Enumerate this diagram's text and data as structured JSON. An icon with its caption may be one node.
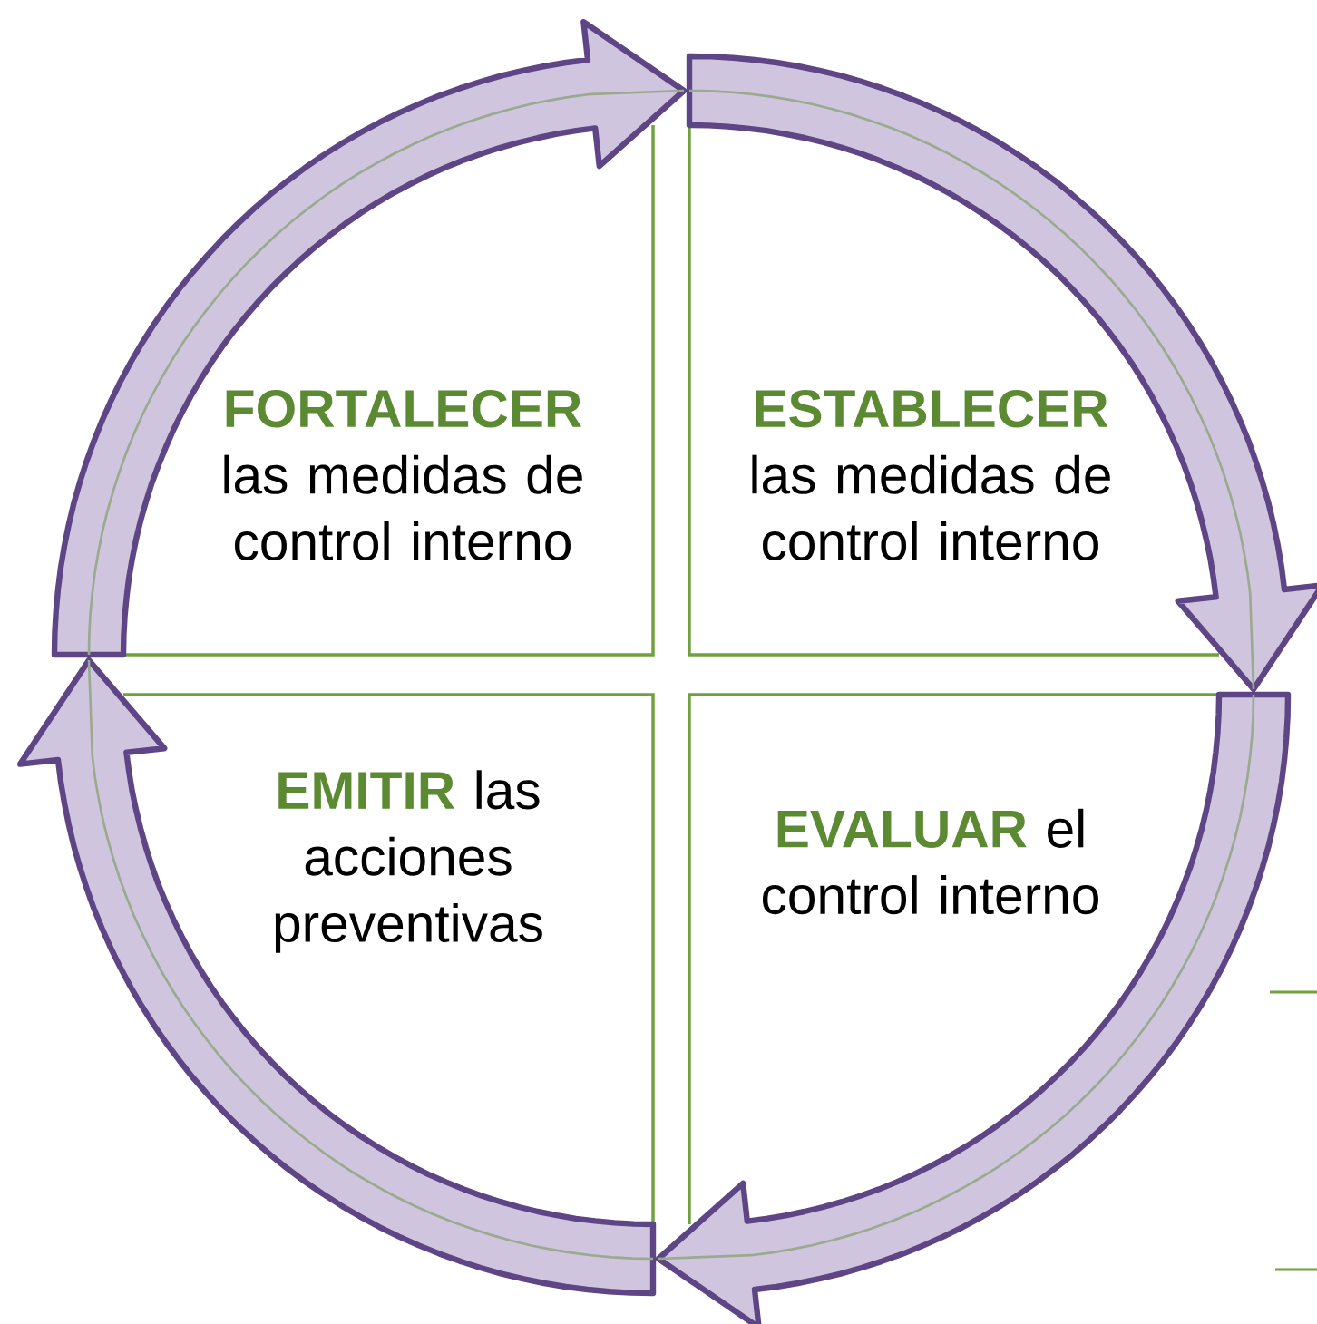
{
  "diagram": {
    "nodes": [
      {
        "text": [
          "FORTALECER",
          "las medidas de control interno"
        ]
      },
      {
        "text": [
          "ESTABLECER",
          "las medidas de control interno"
        ]
      },
      {
        "text": [
          "**EMITIR** las acciones preventivas"
        ]
      },
      {
        "text": [
          "**EVALUAR** el control interno"
        ]
      }
    ],
    "edges": [
      {
        "from": 0,
        "to": 1,
        "arrow": "to"
      },
      {
        "from": 1,
        "to": 3,
        "arrow": "to"
      },
      {
        "from": 3,
        "to": 2,
        "arrow": "to"
      },
      {
        "from": 2,
        "to": 0,
        "arrow": "to"
      }
    ]
  }
}
